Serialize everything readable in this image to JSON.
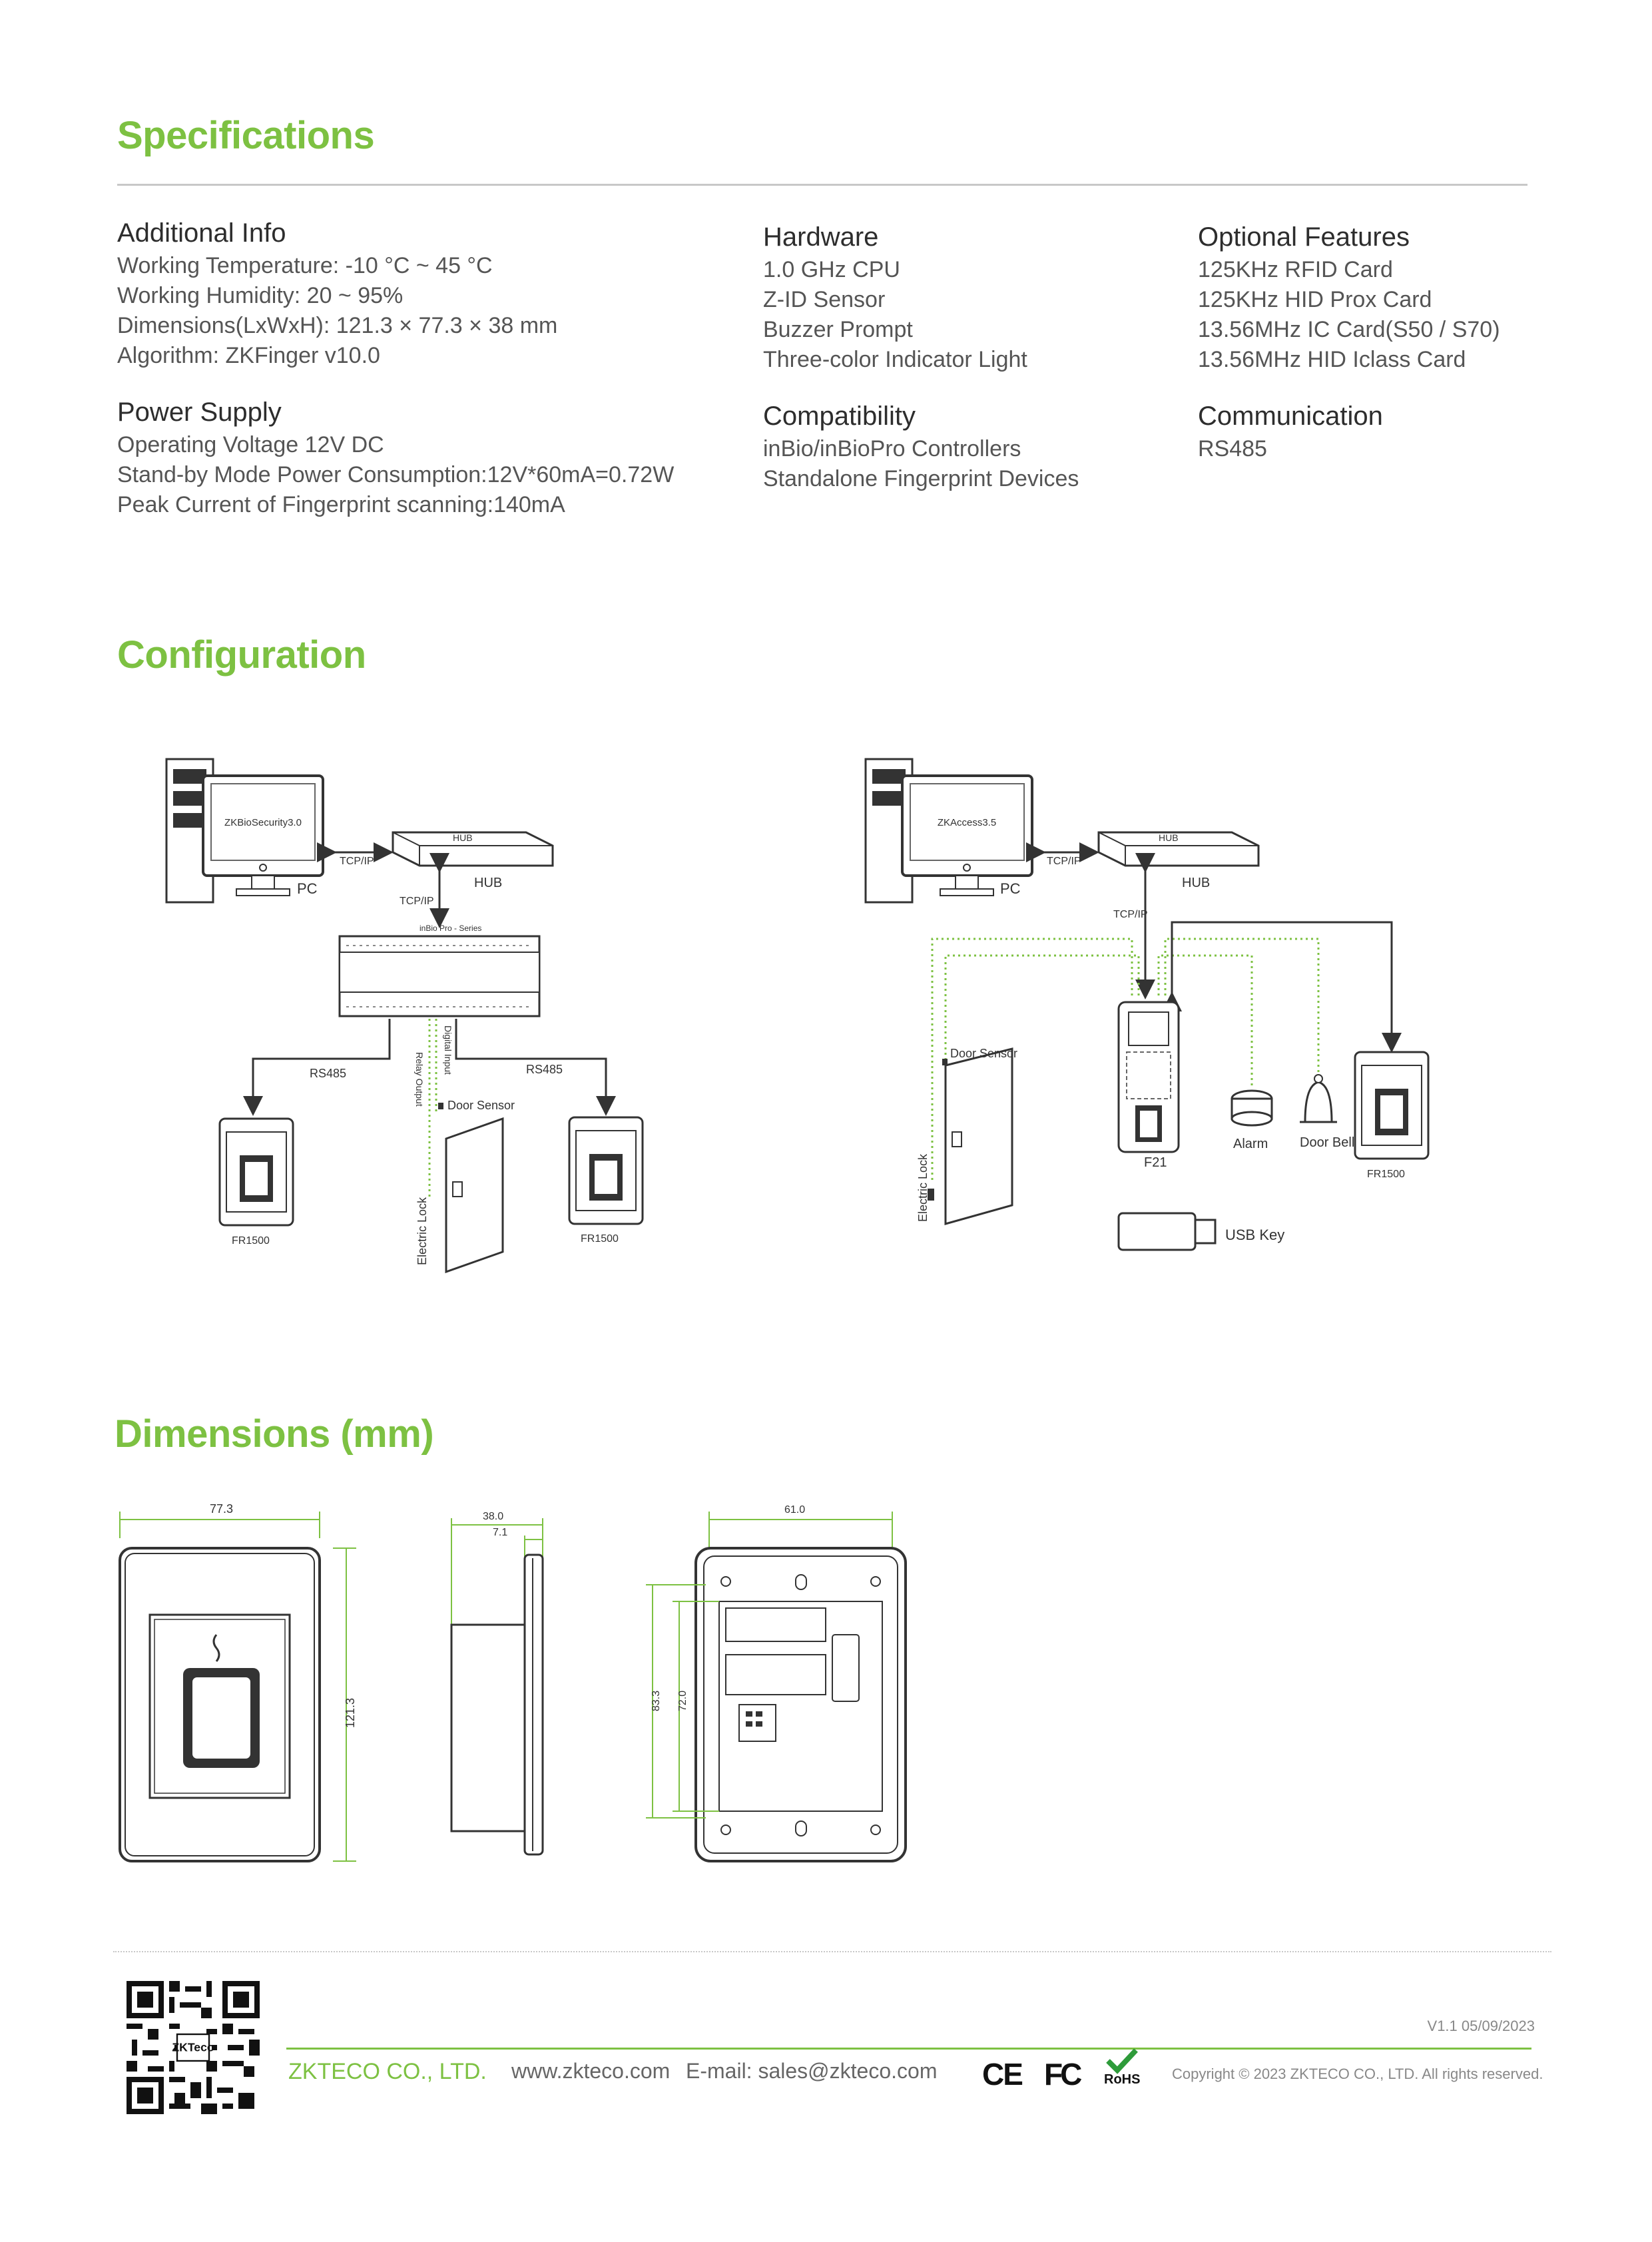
{
  "sections": {
    "specifications": "Specifications",
    "configuration": "Configuration",
    "dimensions": "Dimensions (mm)"
  },
  "specs": {
    "additional_info": {
      "title": "Additional Info",
      "lines": [
        "Working Temperature: -10 °C ~ 45 °C",
        "Working Humidity: 20 ~ 95%",
        "Dimensions(LxWxH): 121.3 × 77.3 × 38 mm",
        "Algorithm: ZKFinger  v10.0"
      ]
    },
    "power_supply": {
      "title": "Power Supply",
      "lines": [
        "Operating Voltage 12V DC",
        "Stand-by Mode Power Consumption:12V*60mA=0.72W",
        "Peak Current of Fingerprint scanning:140mA"
      ]
    },
    "hardware": {
      "title": "Hardware",
      "lines": [
        "1.0 GHz CPU",
        "Z-ID Sensor",
        "Buzzer Prompt",
        "Three-color Indicator Light"
      ]
    },
    "compatibility": {
      "title": "Compatibility",
      "lines": [
        "inBio/inBioPro Controllers",
        "Standalone Fingerprint Devices"
      ]
    },
    "optional_features": {
      "title": "Optional Features",
      "lines": [
        "125KHz RFID Card",
        "125KHz HID Prox Card",
        "13.56MHz IC Card(S50 / S70)",
        "13.56MHz HID Iclass Card"
      ]
    },
    "communication": {
      "title": "Communication",
      "lines": [
        "RS485"
      ]
    }
  },
  "config_left": {
    "screen": "ZKBioSecurity3.0",
    "pc": "PC",
    "hub": "HUB",
    "tcpip1": "TCP/IP",
    "tcpip2": "TCP/IP",
    "controller": "inBio Pro - Series",
    "rs485_left": "RS485",
    "rs485_right": "RS485",
    "relay_output": "Relay Output",
    "digital_input": "Digital Input",
    "door_sensor": "Door Sensor",
    "electric_lock": "Electric Lock",
    "fr_left": "FR1500",
    "fr_right": "FR1500"
  },
  "config_right": {
    "screen": "ZKAccess3.5",
    "pc": "PC",
    "hub": "HUB",
    "tcpip1": "TCP/IP",
    "tcpip2": "TCP/IP",
    "door_sensor": "Door Sensor",
    "electric_lock": "Electric Lock",
    "device": "F21",
    "alarm": "Alarm",
    "door_bell": "Door Bell",
    "fr": "FR1500",
    "usb": "USB Key"
  },
  "dims": {
    "front_width": "77.3",
    "front_height": "121.3",
    "side_depth": "38.0",
    "side_front": "7.1",
    "back_width": "61.0",
    "back_h1": "83.3",
    "back_h2": "72.0"
  },
  "footer": {
    "version": "V1.1 05/09/2023",
    "company": "ZKTECO CO., LTD.",
    "website": "www.zkteco.com",
    "email": "E-mail: sales@zkteco.com",
    "ce": "CE",
    "fc": "FC",
    "rohs": "RoHS",
    "copyright": "Copyright © 2023 ZKTECO CO., LTD. All rights reserved.",
    "qr_logo": "ZKTeco"
  },
  "colors": {
    "accent": "#7dc142",
    "text": "#3a3a3a",
    "line": "#c8c8c8"
  }
}
